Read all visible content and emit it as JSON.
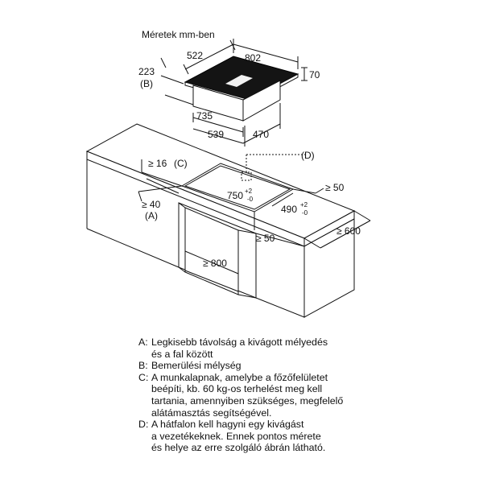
{
  "title": "Méretek mm-ben",
  "dimensions": {
    "hob_width": "802",
    "hob_depth": "522",
    "hob_height": "70",
    "hob_front": "223",
    "hob_front_ref": "(B)",
    "hob_bottom_width": "735",
    "hob_bottom_depth": "539",
    "hob_bottom_side": "470",
    "wall_gap": "≥ 16",
    "wall_gap_ref": "(C)",
    "cutout_ref": "(D)",
    "cutout_width": "750",
    "cutout_width_tol_top": "+2",
    "cutout_width_tol_bottom": "-0",
    "cutout_depth": "490",
    "cutout_depth_tol_top": "+2",
    "cutout_depth_tol_bottom": "-0",
    "back_gap": "≥ 50",
    "front_edge": "≥ 40",
    "front_edge_ref": "(A)",
    "side_gap": "≥ 50",
    "cabinet_width": "≥ 800",
    "worktop_depth": "≥ 600"
  },
  "legend": [
    {
      "key": "A:",
      "lines": [
        "Legkisebb távolság a kivágott mélyedés",
        "és a fal között"
      ]
    },
    {
      "key": "B:",
      "lines": [
        "Bemerülési mélység"
      ]
    },
    {
      "key": "C:",
      "lines": [
        "A munkalapnak, amelybe a főzőfelületet",
        "beépíti, kb. 60 kg-os terhelést meg kell",
        "tartania, amennyiben szükséges, megfelelő",
        "alátámasztás segítségével."
      ]
    },
    {
      "key": "D:",
      "lines": [
        "A hátfalon kell hagyni egy kivágást",
        "a vezetékeknek. Ennek pontos mérete",
        "és helye az erre szolgáló ábrán látható."
      ]
    }
  ]
}
